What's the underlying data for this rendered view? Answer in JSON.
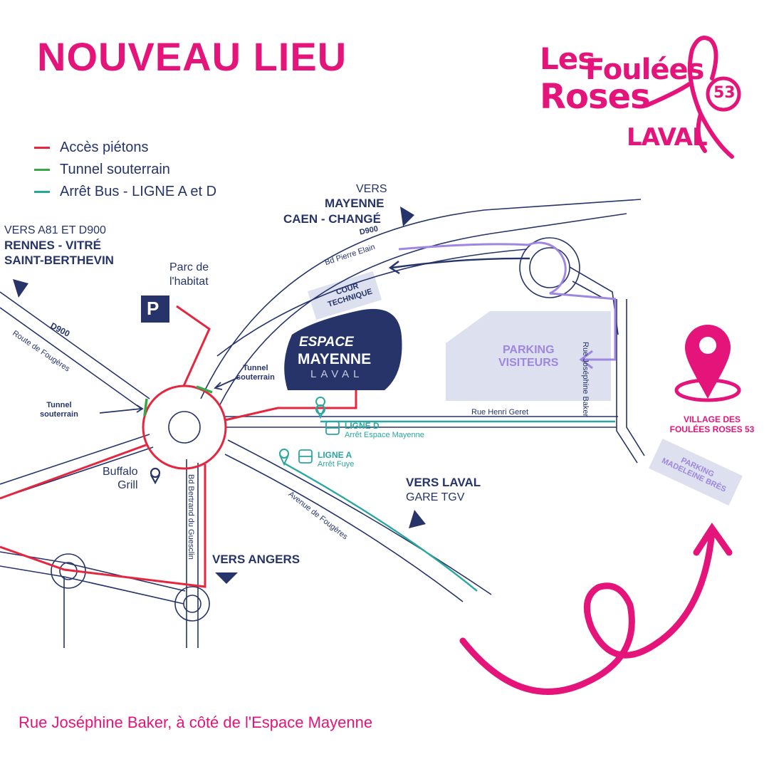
{
  "header": {
    "title": "NOUVEAU LIEU"
  },
  "logo": {
    "line1": "Les",
    "line2": "Foulées",
    "line3": "Roses",
    "line4": "LAVAL",
    "number": "53"
  },
  "legend": [
    {
      "label": "Accès piétons",
      "color": "#e5263f"
    },
    {
      "label": "Tunnel souterrain",
      "color": "#3aa84a"
    },
    {
      "label": "Arrêt Bus - LIGNE A et D",
      "color": "#2aa79d"
    }
  ],
  "directions": {
    "mayenne_vers": "VERS",
    "mayenne_line1": "MAYENNE",
    "mayenne_line2": "CAEN - CHANGÉ",
    "rennes_vers": "VERS A81 ET D900",
    "rennes_line1": "RENNES - VITRÉ",
    "rennes_line2": "SAINT-BERTHEVIN",
    "laval_line1": "VERS LAVAL",
    "laval_line2": "GARE TGV",
    "angers": "VERS ANGERS"
  },
  "roads": {
    "d900_top": "D900",
    "d900_left": "D900",
    "pierre_elain": "Bd Pierre Elain",
    "fougeres_route": "Route de Fougères",
    "josephine": "Rue Joséphine Baker",
    "henri_geret": "Rue Henri Geret",
    "av_fougeres": "Avenue de Fougères",
    "bertrand": "Bd Bertrand du Guesclin"
  },
  "places": {
    "parc_line1": "Parc de",
    "parc_line2": "l'habitat",
    "parking_letter": "P",
    "cour_line1": "COUR",
    "cour_line2": "TECHNIQUE",
    "parking_visiteurs_line1": "PARKING",
    "parking_visiteurs_line2": "VISITEURS",
    "madeleine_line1": "PARKING",
    "madeleine_line2": "MADELEINE BRÈS",
    "tunnel1_line1": "Tunnel",
    "tunnel1_line2": "souterrain",
    "tunnel2_line1": "Tunnel",
    "tunnel2_line2": "souterrain",
    "buffalo_line1": "Buffalo",
    "buffalo_line2": "Grill",
    "espace_line1": "ESPACE",
    "espace_line2": "MAYENNE",
    "espace_line3": "LAVAL"
  },
  "bus": {
    "ligne_d": "LIGNE D",
    "ligne_d_stop": "Arrêt Espace Mayenne",
    "ligne_a": "LIGNE A",
    "ligne_a_stop": "Arrêt Fuye"
  },
  "village": {
    "line1": "VILLAGE DES",
    "line2": "FOULÉES ROSES 53"
  },
  "footer": {
    "address": "Rue Joséphine Baker, à côté de l'Espace Mayenne"
  },
  "colors": {
    "pink": "#e4147a",
    "navy": "#26346a",
    "red": "#e5263f",
    "green": "#3aa84a",
    "teal": "#2aa79d",
    "lavender": "#9f86e0",
    "block": "#dde0ee"
  }
}
